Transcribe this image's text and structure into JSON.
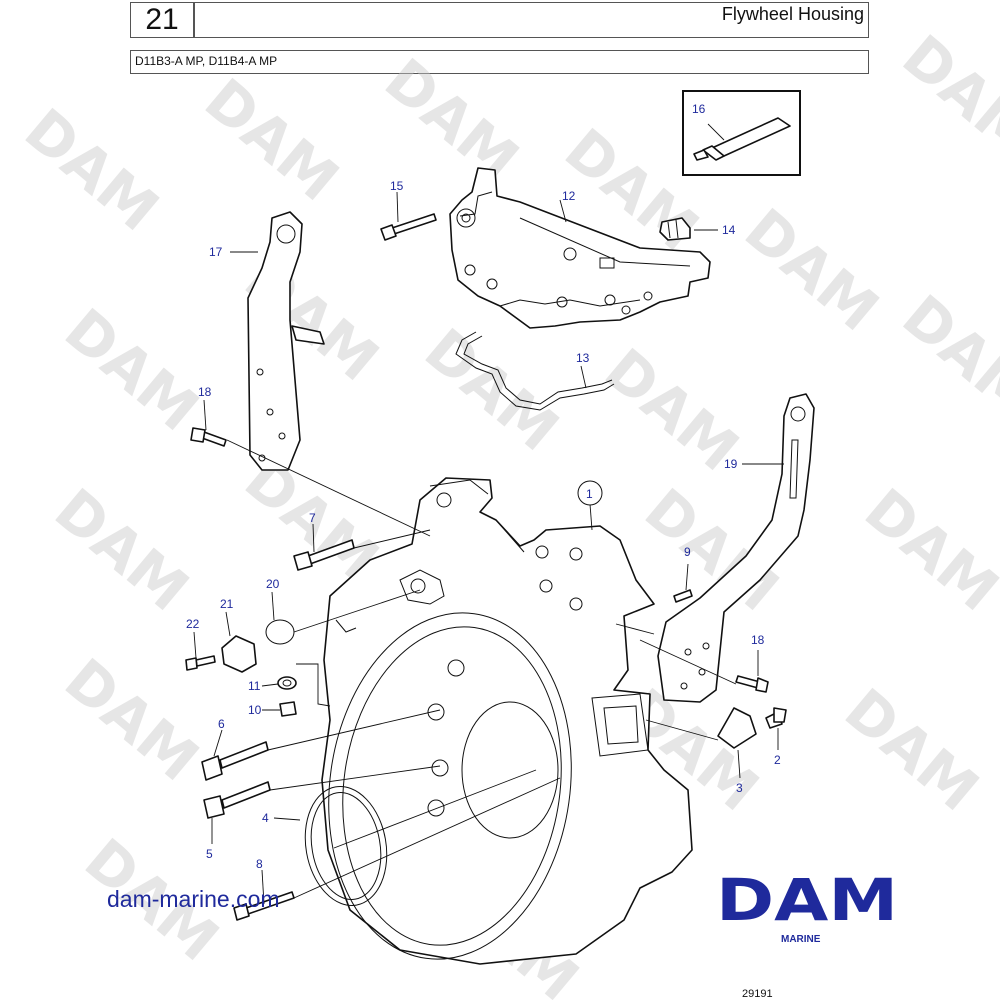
{
  "header": {
    "section_number": "21",
    "title": "Flywheel Housing",
    "models": "D11B3-A MP, D11B4-A MP"
  },
  "watermark": "DAM",
  "callouts": [
    {
      "id": "1",
      "label": "1"
    },
    {
      "id": "2",
      "label": "2"
    },
    {
      "id": "3",
      "label": "3"
    },
    {
      "id": "4",
      "label": "4"
    },
    {
      "id": "5",
      "label": "5"
    },
    {
      "id": "6",
      "label": "6"
    },
    {
      "id": "7",
      "label": "7"
    },
    {
      "id": "8",
      "label": "8"
    },
    {
      "id": "9",
      "label": "9"
    },
    {
      "id": "10",
      "label": "10"
    },
    {
      "id": "11",
      "label": "11"
    },
    {
      "id": "12",
      "label": "12"
    },
    {
      "id": "13",
      "label": "13"
    },
    {
      "id": "14",
      "label": "14"
    },
    {
      "id": "15",
      "label": "15"
    },
    {
      "id": "16",
      "label": "16"
    },
    {
      "id": "17",
      "label": "17"
    },
    {
      "id": "18a",
      "label": "18"
    },
    {
      "id": "18b",
      "label": "18"
    },
    {
      "id": "19",
      "label": "19"
    },
    {
      "id": "20",
      "label": "20"
    },
    {
      "id": "21",
      "label": "21"
    },
    {
      "id": "22",
      "label": "22"
    }
  ],
  "branding": {
    "website": "dam-marine.com",
    "logo_text": "DAM",
    "logo_subtext": "MARINE",
    "brand_color": "#1f2a9c"
  },
  "footer": {
    "document_number": "29191"
  }
}
